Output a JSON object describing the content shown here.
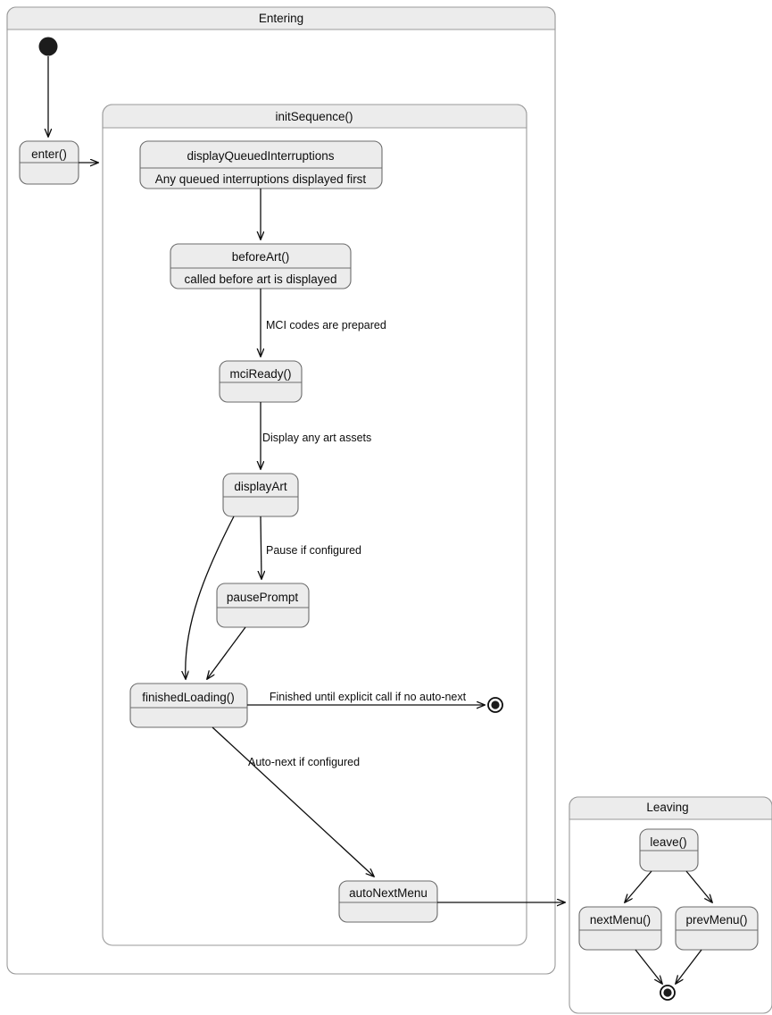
{
  "diagram": {
    "kind": "uml-state-machine",
    "background_color": "#ffffff",
    "state_fill_color": "#ececec",
    "state_border_color": "#6b6b6b",
    "composite_fill_color": "#ffffff",
    "composite_header_color": "#ececec",
    "edge_color": "#0d0d0d"
  },
  "composites": {
    "entering": {
      "title": "Entering"
    },
    "init_sequence": {
      "title": "initSequence()"
    },
    "leaving": {
      "title": "Leaving"
    }
  },
  "states": {
    "enter": {
      "name": "enter()",
      "description": ""
    },
    "display_queued_interruptions": {
      "name": "displayQueuedInterruptions",
      "description": "Any queued interruptions displayed first"
    },
    "before_art": {
      "name": "beforeArt()",
      "description": "called before art is displayed"
    },
    "mci_ready": {
      "name": "mciReady()",
      "description": ""
    },
    "display_art": {
      "name": "displayArt",
      "description": ""
    },
    "pause_prompt": {
      "name": "pausePrompt",
      "description": ""
    },
    "finished_loading": {
      "name": "finishedLoading()",
      "description": ""
    },
    "auto_next_menu": {
      "name": "autoNextMenu",
      "description": ""
    },
    "leave": {
      "name": "leave()",
      "description": ""
    },
    "next_menu": {
      "name": "nextMenu()",
      "description": ""
    },
    "prev_menu": {
      "name": "prevMenu()",
      "description": ""
    }
  },
  "pseudostates": {
    "entering_initial": {
      "kind": "initial"
    },
    "entering_final": {
      "kind": "final"
    },
    "leaving_final": {
      "kind": "final"
    }
  },
  "transitions": [
    {
      "from": "entering_initial",
      "to": "enter",
      "label": ""
    },
    {
      "from": "enter",
      "to": "init_sequence",
      "label": ""
    },
    {
      "from": "display_queued_interruptions",
      "to": "before_art",
      "label": ""
    },
    {
      "from": "before_art",
      "to": "mci_ready",
      "label": "MCI codes are prepared"
    },
    {
      "from": "mci_ready",
      "to": "display_art",
      "label": "Display any art assets"
    },
    {
      "from": "display_art",
      "to": "pause_prompt",
      "label": "Pause if configured"
    },
    {
      "from": "display_art",
      "to": "finished_loading",
      "label": ""
    },
    {
      "from": "pause_prompt",
      "to": "finished_loading",
      "label": ""
    },
    {
      "from": "finished_loading",
      "to": "entering_final",
      "label": "Finished until explicit call if no auto-next"
    },
    {
      "from": "finished_loading",
      "to": "auto_next_menu",
      "label": "Auto-next if configured"
    },
    {
      "from": "auto_next_menu",
      "to": "leaving",
      "label": ""
    },
    {
      "from": "leave",
      "to": "next_menu",
      "label": ""
    },
    {
      "from": "leave",
      "to": "prev_menu",
      "label": ""
    },
    {
      "from": "next_menu",
      "to": "leaving_final",
      "label": ""
    },
    {
      "from": "prev_menu",
      "to": "leaving_final",
      "label": ""
    }
  ],
  "edge_labels": {
    "mci_prepared": "MCI codes are prepared",
    "display_art_assets": "Display any art assets",
    "pause_if_configured": "Pause if configured",
    "finished_until_explicit": "Finished until explicit call if no auto-next",
    "auto_next_if_configured": "Auto-next if configured"
  }
}
